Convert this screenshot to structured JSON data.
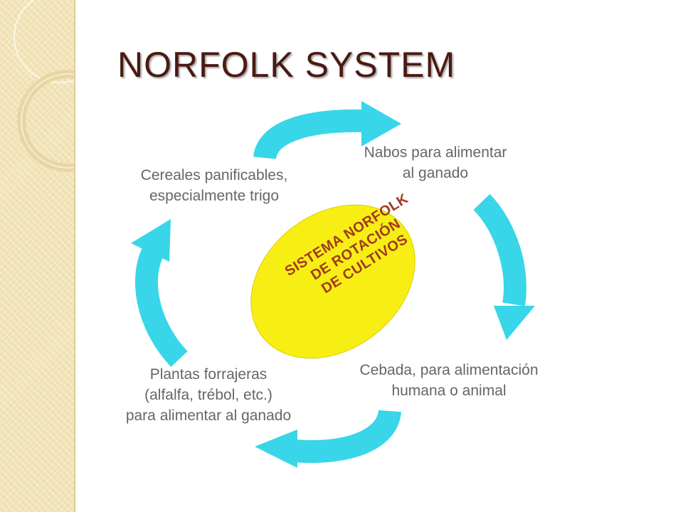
{
  "slide": {
    "title": "NORFOLK SYSTEM"
  },
  "diagram": {
    "center": {
      "lines": [
        "SISTEMA NORFOLK",
        "DE ROTACIÓN",
        "DE CULTIVOS"
      ]
    },
    "stages": [
      {
        "id": "turnips",
        "lines": [
          "Nabos para alimentar",
          "al ganado"
        ]
      },
      {
        "id": "barley",
        "lines": [
          "Cebada, para alimentación",
          "humana o animal"
        ]
      },
      {
        "id": "forage",
        "lines": [
          "Plantas forrajeras",
          "(alfalfa, trébol, etc.)",
          "para alimentar al ganado"
        ]
      },
      {
        "id": "cereals",
        "lines": [
          "Cereales panificables,",
          "especialmente trigo"
        ]
      }
    ]
  },
  "colors": {
    "arrow": "#38d6e8",
    "ellipse": "#f7ef14",
    "title": "#4a1a12",
    "center_text": "#a23a1e",
    "label_text": "#666666",
    "band": "#f3e4b8"
  },
  "icons": {
    "arrows": [
      "cycle-arrow-icon"
    ]
  }
}
